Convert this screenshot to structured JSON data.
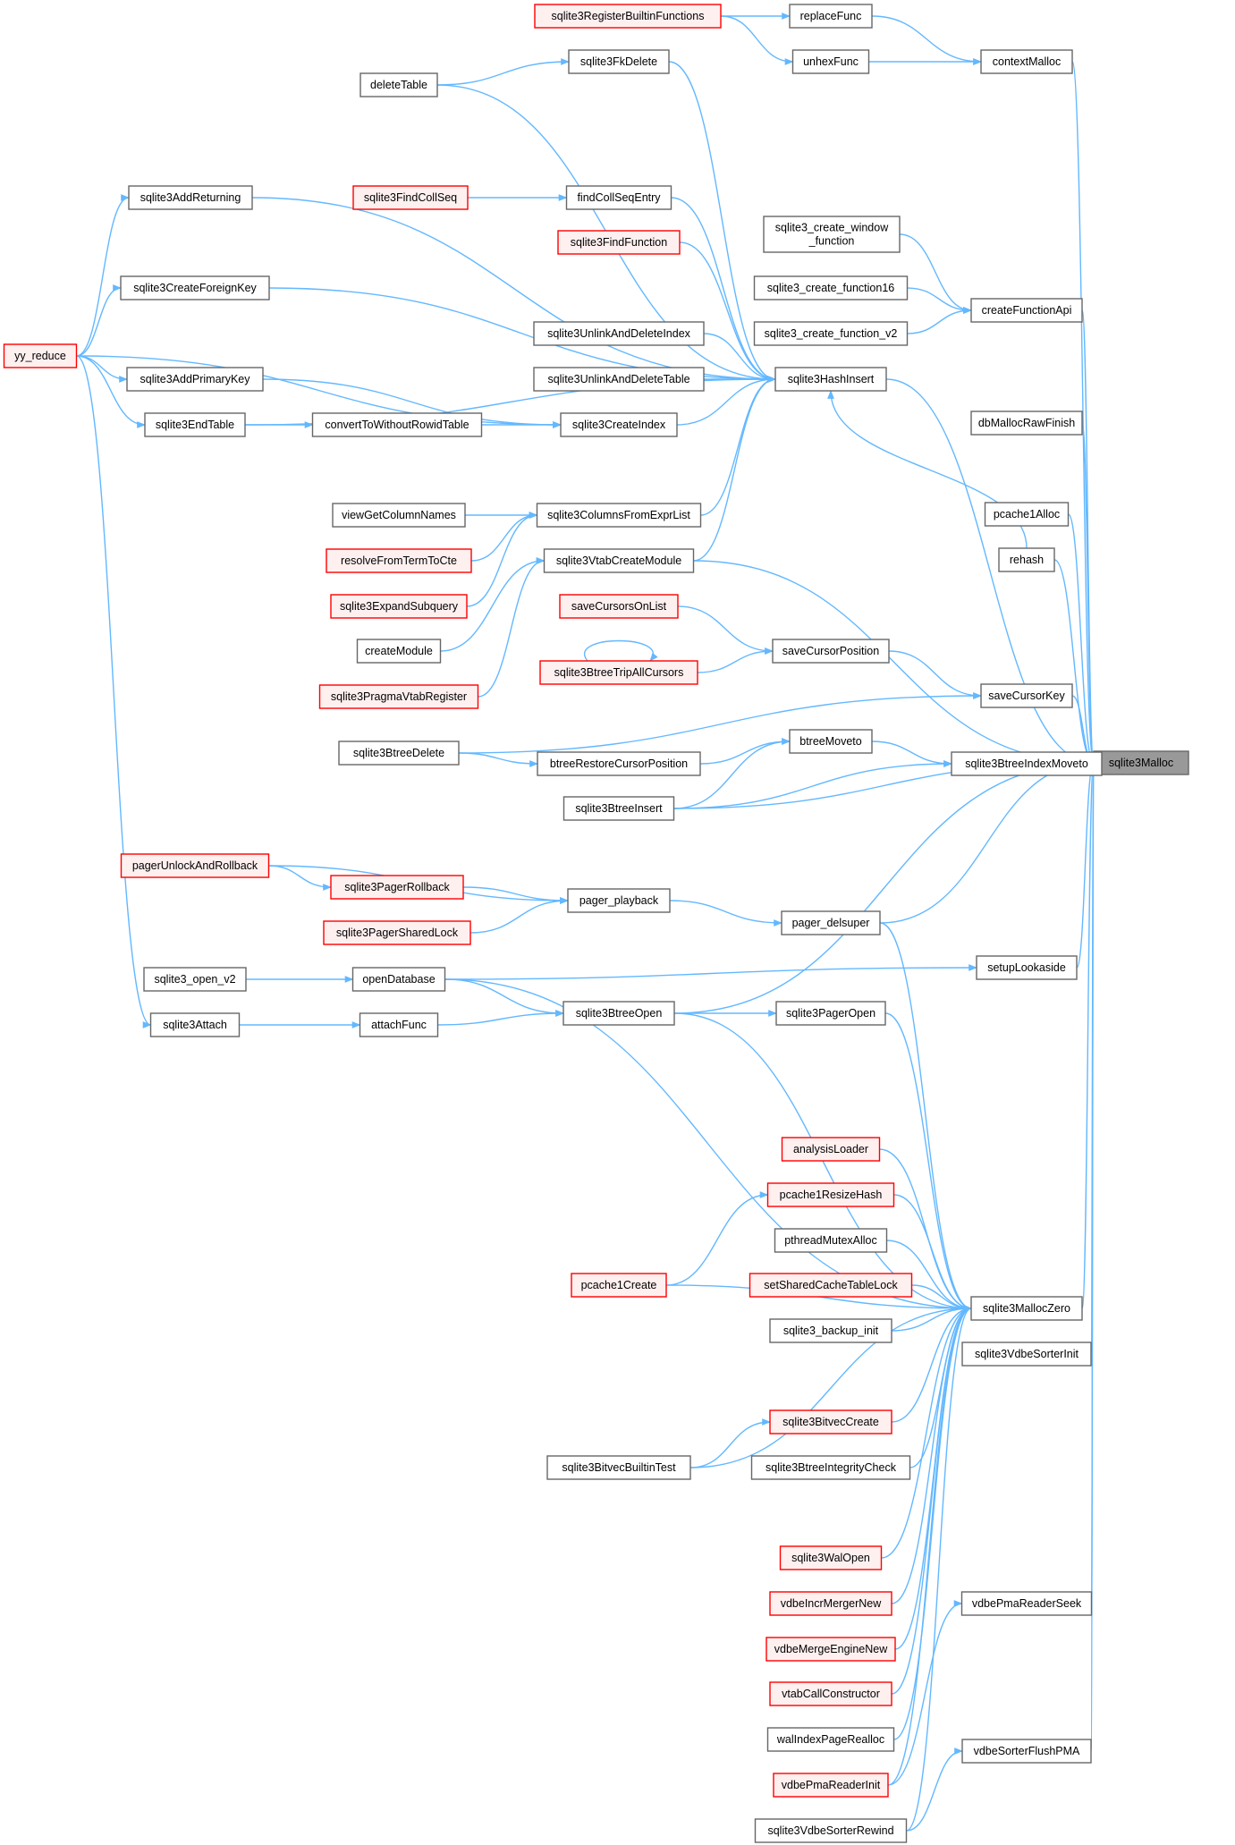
{
  "colors": {
    "edge": "#63b8ff",
    "normal_fill": "#ffffff",
    "normal_border": "#666666",
    "truncated_fill": "#fff0f0",
    "truncated_border": "#ff0000",
    "root_fill": "#999999",
    "root_border": "#666666"
  },
  "nodes": [
    {
      "id": "n_sqlite3Malloc",
      "label": "sqlite3Malloc",
      "style": "root"
    },
    {
      "id": "n_contextMalloc",
      "label": "contextMalloc",
      "style": "normal"
    },
    {
      "id": "n_replaceFunc",
      "label": "replaceFunc",
      "style": "normal"
    },
    {
      "id": "n_unhexFunc",
      "label": "unhexFunc",
      "style": "normal"
    },
    {
      "id": "n_sqlite3RegisterBuiltinFunctions",
      "label": "sqlite3RegisterBuiltinFunctions",
      "style": "truncated"
    },
    {
      "id": "n_sqlite3FkDelete",
      "label": "sqlite3FkDelete",
      "style": "normal"
    },
    {
      "id": "n_deleteTable",
      "label": "deleteTable",
      "style": "normal"
    },
    {
      "id": "n_sqlite3AddReturning",
      "label": "sqlite3AddReturning",
      "style": "normal"
    },
    {
      "id": "n_sqlite3FindCollSeq",
      "label": "sqlite3FindCollSeq",
      "style": "truncated"
    },
    {
      "id": "n_findCollSeqEntry",
      "label": "findCollSeqEntry",
      "style": "normal"
    },
    {
      "id": "n_sqlite3_create_window_function",
      "label": "sqlite3_create_window\n_function",
      "style": "normal"
    },
    {
      "id": "n_sqlite3FindFunction",
      "label": "sqlite3FindFunction",
      "style": "truncated"
    },
    {
      "id": "n_sqlite3CreateForeignKey",
      "label": "sqlite3CreateForeignKey",
      "style": "normal"
    },
    {
      "id": "n_sqlite3_create_function16",
      "label": "sqlite3_create_function16",
      "style": "normal"
    },
    {
      "id": "n_createFunctionApi",
      "label": "createFunctionApi",
      "style": "normal"
    },
    {
      "id": "n_sqlite3_create_function_v2",
      "label": "sqlite3_create_function_v2",
      "style": "normal"
    },
    {
      "id": "n_sqlite3UnlinkAndDeleteIndex",
      "label": "sqlite3UnlinkAndDeleteIndex",
      "style": "normal"
    },
    {
      "id": "n_yy_reduce",
      "label": "yy_reduce",
      "style": "truncated"
    },
    {
      "id": "n_sqlite3AddPrimaryKey",
      "label": "sqlite3AddPrimaryKey",
      "style": "normal"
    },
    {
      "id": "n_sqlite3UnlinkAndDeleteTable",
      "label": "sqlite3UnlinkAndDeleteTable",
      "style": "normal"
    },
    {
      "id": "n_sqlite3HashInsert",
      "label": "sqlite3HashInsert",
      "style": "normal"
    },
    {
      "id": "n_sqlite3EndTable",
      "label": "sqlite3EndTable",
      "style": "normal"
    },
    {
      "id": "n_convertToWithoutRowidTable",
      "label": "convertToWithoutRowidTable",
      "style": "normal"
    },
    {
      "id": "n_sqlite3CreateIndex",
      "label": "sqlite3CreateIndex",
      "style": "normal"
    },
    {
      "id": "n_dbMallocRawFinish",
      "label": "dbMallocRawFinish",
      "style": "normal"
    },
    {
      "id": "n_viewGetColumnNames",
      "label": "viewGetColumnNames",
      "style": "normal"
    },
    {
      "id": "n_sqlite3ColumnsFromExprList",
      "label": "sqlite3ColumnsFromExprList",
      "style": "normal"
    },
    {
      "id": "n_pcache1Alloc",
      "label": "pcache1Alloc",
      "style": "normal"
    },
    {
      "id": "n_resolveFromTermToCte",
      "label": "resolveFromTermToCte",
      "style": "truncated"
    },
    {
      "id": "n_sqlite3VtabCreateModule",
      "label": "sqlite3VtabCreateModule",
      "style": "normal"
    },
    {
      "id": "n_rehash",
      "label": "rehash",
      "style": "normal"
    },
    {
      "id": "n_sqlite3ExpandSubquery",
      "label": "sqlite3ExpandSubquery",
      "style": "truncated"
    },
    {
      "id": "n_saveCursorsOnList",
      "label": "saveCursorsOnList",
      "style": "truncated"
    },
    {
      "id": "n_createModule",
      "label": "createModule",
      "style": "normal"
    },
    {
      "id": "n_saveCursorPosition",
      "label": "saveCursorPosition",
      "style": "normal"
    },
    {
      "id": "n_sqlite3BtreeTripAllCursors",
      "label": "sqlite3BtreeTripAllCursors",
      "style": "truncated"
    },
    {
      "id": "n_sqlite3PragmaVtabRegister",
      "label": "sqlite3PragmaVtabRegister",
      "style": "truncated"
    },
    {
      "id": "n_saveCursorKey",
      "label": "saveCursorKey",
      "style": "normal"
    },
    {
      "id": "n_btreeMoveto",
      "label": "btreeMoveto",
      "style": "normal"
    },
    {
      "id": "n_sqlite3BtreeDelete",
      "label": "sqlite3BtreeDelete",
      "style": "normal"
    },
    {
      "id": "n_btreeRestoreCursorPosition",
      "label": "btreeRestoreCursorPosition",
      "style": "normal"
    },
    {
      "id": "n_sqlite3BtreeIndexMoveto",
      "label": "sqlite3BtreeIndexMoveto",
      "style": "normal"
    },
    {
      "id": "n_sqlite3BtreeInsert",
      "label": "sqlite3BtreeInsert",
      "style": "normal"
    },
    {
      "id": "n_pagerUnlockAndRollback",
      "label": "pagerUnlockAndRollback",
      "style": "truncated"
    },
    {
      "id": "n_sqlite3PagerRollback",
      "label": "sqlite3PagerRollback",
      "style": "truncated"
    },
    {
      "id": "n_pager_playback",
      "label": "pager_playback",
      "style": "normal"
    },
    {
      "id": "n_pager_delsuper",
      "label": "pager_delsuper",
      "style": "normal"
    },
    {
      "id": "n_sqlite3PagerSharedLock",
      "label": "sqlite3PagerSharedLock",
      "style": "truncated"
    },
    {
      "id": "n_setupLookaside",
      "label": "setupLookaside",
      "style": "normal"
    },
    {
      "id": "n_sqlite3_open_v2",
      "label": "sqlite3_open_v2",
      "style": "normal"
    },
    {
      "id": "n_openDatabase",
      "label": "openDatabase",
      "style": "normal"
    },
    {
      "id": "n_sqlite3BtreeOpen",
      "label": "sqlite3BtreeOpen",
      "style": "normal"
    },
    {
      "id": "n_sqlite3PagerOpen",
      "label": "sqlite3PagerOpen",
      "style": "normal"
    },
    {
      "id": "n_sqlite3Attach",
      "label": "sqlite3Attach",
      "style": "normal"
    },
    {
      "id": "n_attachFunc",
      "label": "attachFunc",
      "style": "normal"
    },
    {
      "id": "n_analysisLoader",
      "label": "analysisLoader",
      "style": "truncated"
    },
    {
      "id": "n_pcache1ResizeHash",
      "label": "pcache1ResizeHash",
      "style": "truncated"
    },
    {
      "id": "n_pthreadMutexAlloc",
      "label": "pthreadMutexAlloc",
      "style": "normal"
    },
    {
      "id": "n_pcache1Create",
      "label": "pcache1Create",
      "style": "truncated"
    },
    {
      "id": "n_setSharedCacheTableLock",
      "label": "setSharedCacheTableLock",
      "style": "truncated"
    },
    {
      "id": "n_sqlite3MallocZero",
      "label": "sqlite3MallocZero",
      "style": "normal"
    },
    {
      "id": "n_sqlite3_backup_init",
      "label": "sqlite3_backup_init",
      "style": "normal"
    },
    {
      "id": "n_sqlite3VdbeSorterInit",
      "label": "sqlite3VdbeSorterInit",
      "style": "normal"
    },
    {
      "id": "n_sqlite3BitvecCreate",
      "label": "sqlite3BitvecCreate",
      "style": "truncated"
    },
    {
      "id": "n_sqlite3BitvecBuiltinTest",
      "label": "sqlite3BitvecBuiltinTest",
      "style": "normal"
    },
    {
      "id": "n_sqlite3BtreeIntegrityCheck",
      "label": "sqlite3BtreeIntegrityCheck",
      "style": "normal"
    },
    {
      "id": "n_sqlite3WalOpen",
      "label": "sqlite3WalOpen",
      "style": "truncated"
    },
    {
      "id": "n_vdbePmaReaderSeek",
      "label": "vdbePmaReaderSeek",
      "style": "normal"
    },
    {
      "id": "n_vdbeIncrMergerNew",
      "label": "vdbeIncrMergerNew",
      "style": "truncated"
    },
    {
      "id": "n_vdbeMergeEngineNew",
      "label": "vdbeMergeEngineNew",
      "style": "truncated"
    },
    {
      "id": "n_vtabCallConstructor",
      "label": "vtabCallConstructor",
      "style": "truncated"
    },
    {
      "id": "n_walIndexPageRealloc",
      "label": "walIndexPageRealloc",
      "style": "normal"
    },
    {
      "id": "n_vdbeSorterFlushPMA",
      "label": "vdbeSorterFlushPMA",
      "style": "normal"
    },
    {
      "id": "n_vdbePmaReaderInit",
      "label": "vdbePmaReaderInit",
      "style": "truncated"
    },
    {
      "id": "n_sqlite3VdbeSorterRewind",
      "label": "sqlite3VdbeSorterRewind",
      "style": "normal"
    }
  ],
  "edges": [
    [
      "n_contextMalloc",
      "n_sqlite3Malloc"
    ],
    [
      "n_replaceFunc",
      "n_contextMalloc"
    ],
    [
      "n_unhexFunc",
      "n_contextMalloc"
    ],
    [
      "n_sqlite3RegisterBuiltinFunctions",
      "n_replaceFunc"
    ],
    [
      "n_sqlite3RegisterBuiltinFunctions",
      "n_unhexFunc"
    ],
    [
      "n_deleteTable",
      "n_sqlite3FkDelete"
    ],
    [
      "n_sqlite3FkDelete",
      "n_sqlite3HashInsert"
    ],
    [
      "n_deleteTable",
      "n_sqlite3HashInsert"
    ],
    [
      "n_sqlite3AddReturning",
      "n_sqlite3HashInsert"
    ],
    [
      "n_sqlite3FindCollSeq",
      "n_findCollSeqEntry"
    ],
    [
      "n_findCollSeqEntry",
      "n_sqlite3HashInsert"
    ],
    [
      "n_sqlite3FindFunction",
      "n_sqlite3HashInsert"
    ],
    [
      "n_sqlite3CreateForeignKey",
      "n_sqlite3HashInsert"
    ],
    [
      "n_sqlite3_create_window_function",
      "n_createFunctionApi"
    ],
    [
      "n_sqlite3_create_function16",
      "n_createFunctionApi"
    ],
    [
      "n_sqlite3_create_function_v2",
      "n_createFunctionApi"
    ],
    [
      "n_createFunctionApi",
      "n_sqlite3Malloc"
    ],
    [
      "n_yy_reduce",
      "n_sqlite3AddReturning"
    ],
    [
      "n_yy_reduce",
      "n_sqlite3CreateForeignKey"
    ],
    [
      "n_yy_reduce",
      "n_sqlite3AddPrimaryKey"
    ],
    [
      "n_yy_reduce",
      "n_sqlite3EndTable"
    ],
    [
      "n_yy_reduce",
      "n_sqlite3CreateIndex"
    ],
    [
      "n_yy_reduce",
      "n_sqlite3Attach"
    ],
    [
      "n_sqlite3UnlinkAndDeleteIndex",
      "n_sqlite3HashInsert"
    ],
    [
      "n_sqlite3UnlinkAndDeleteTable",
      "n_sqlite3HashInsert"
    ],
    [
      "n_sqlite3AddPrimaryKey",
      "n_sqlite3CreateIndex"
    ],
    [
      "n_sqlite3EndTable",
      "n_convertToWithoutRowidTable"
    ],
    [
      "n_convertToWithoutRowidTable",
      "n_sqlite3CreateIndex"
    ],
    [
      "n_sqlite3EndTable",
      "n_sqlite3HashInsert"
    ],
    [
      "n_sqlite3CreateIndex",
      "n_sqlite3HashInsert"
    ],
    [
      "n_sqlite3HashInsert",
      "n_sqlite3Malloc"
    ],
    [
      "n_dbMallocRawFinish",
      "n_sqlite3Malloc"
    ],
    [
      "n_viewGetColumnNames",
      "n_sqlite3ColumnsFromExprList"
    ],
    [
      "n_resolveFromTermToCte",
      "n_sqlite3ColumnsFromExprList"
    ],
    [
      "n_sqlite3ExpandSubquery",
      "n_sqlite3ColumnsFromExprList"
    ],
    [
      "n_sqlite3ColumnsFromExprList",
      "n_sqlite3HashInsert"
    ],
    [
      "n_sqlite3VtabCreateModule",
      "n_sqlite3HashInsert"
    ],
    [
      "n_createModule",
      "n_sqlite3VtabCreateModule"
    ],
    [
      "n_sqlite3PragmaVtabRegister",
      "n_sqlite3VtabCreateModule"
    ],
    [
      "n_sqlite3VtabCreateModule",
      "n_sqlite3Malloc"
    ],
    [
      "n_pcache1Alloc",
      "n_sqlite3Malloc"
    ],
    [
      "n_rehash",
      "n_sqlite3HashInsert"
    ],
    [
      "n_rehash",
      "n_sqlite3Malloc"
    ],
    [
      "n_saveCursorsOnList",
      "n_saveCursorPosition"
    ],
    [
      "n_sqlite3BtreeTripAllCursors",
      "n_saveCursorPosition"
    ],
    [
      "n_sqlite3BtreeTripAllCursors",
      "n_sqlite3BtreeTripAllCursors"
    ],
    [
      "n_saveCursorPosition",
      "n_saveCursorKey"
    ],
    [
      "n_saveCursorKey",
      "n_sqlite3Malloc"
    ],
    [
      "n_sqlite3BtreeDelete",
      "n_saveCursorKey"
    ],
    [
      "n_sqlite3BtreeDelete",
      "n_btreeRestoreCursorPosition"
    ],
    [
      "n_btreeRestoreCursorPosition",
      "n_btreeMoveto"
    ],
    [
      "n_btreeMoveto",
      "n_sqlite3BtreeIndexMoveto"
    ],
    [
      "n_sqlite3BtreeInsert",
      "n_btreeMoveto"
    ],
    [
      "n_sqlite3BtreeInsert",
      "n_sqlite3BtreeIndexMoveto"
    ],
    [
      "n_sqlite3BtreeIndexMoveto",
      "n_sqlite3Malloc"
    ],
    [
      "n_sqlite3BtreeInsert",
      "n_sqlite3Malloc"
    ],
    [
      "n_pagerUnlockAndRollback",
      "n_sqlite3PagerRollback"
    ],
    [
      "n_pagerUnlockAndRollback",
      "n_pager_playback"
    ],
    [
      "n_sqlite3PagerRollback",
      "n_pager_playback"
    ],
    [
      "n_sqlite3PagerSharedLock",
      "n_pager_playback"
    ],
    [
      "n_pager_playback",
      "n_pager_delsuper"
    ],
    [
      "n_pager_delsuper",
      "n_sqlite3Malloc"
    ],
    [
      "n_setupLookaside",
      "n_sqlite3Malloc"
    ],
    [
      "n_sqlite3_open_v2",
      "n_openDatabase"
    ],
    [
      "n_openDatabase",
      "n_setupLookaside"
    ],
    [
      "n_openDatabase",
      "n_sqlite3BtreeOpen"
    ],
    [
      "n_sqlite3BtreeOpen",
      "n_sqlite3Malloc"
    ],
    [
      "n_sqlite3BtreeOpen",
      "n_sqlite3PagerOpen"
    ],
    [
      "n_sqlite3Attach",
      "n_attachFunc"
    ],
    [
      "n_attachFunc",
      "n_sqlite3BtreeOpen"
    ],
    [
      "n_openDatabase",
      "n_sqlite3MallocZero"
    ],
    [
      "n_sqlite3PagerOpen",
      "n_sqlite3MallocZero"
    ],
    [
      "n_sqlite3BtreeOpen",
      "n_sqlite3MallocZero"
    ],
    [
      "n_pager_delsuper",
      "n_sqlite3MallocZero"
    ],
    [
      "n_analysisLoader",
      "n_sqlite3MallocZero"
    ],
    [
      "n_pcache1ResizeHash",
      "n_sqlite3MallocZero"
    ],
    [
      "n_pcache1Create",
      "n_pcache1ResizeHash"
    ],
    [
      "n_pcache1Create",
      "n_sqlite3MallocZero"
    ],
    [
      "n_pthreadMutexAlloc",
      "n_sqlite3MallocZero"
    ],
    [
      "n_setSharedCacheTableLock",
      "n_sqlite3MallocZero"
    ],
    [
      "n_sqlite3_backup_init",
      "n_sqlite3MallocZero"
    ],
    [
      "n_sqlite3BitvecCreate",
      "n_sqlite3MallocZero"
    ],
    [
      "n_sqlite3BitvecBuiltinTest",
      "n_sqlite3BitvecCreate"
    ],
    [
      "n_sqlite3BitvecBuiltinTest",
      "n_sqlite3MallocZero"
    ],
    [
      "n_sqlite3BtreeIntegrityCheck",
      "n_sqlite3MallocZero"
    ],
    [
      "n_sqlite3WalOpen",
      "n_sqlite3MallocZero"
    ],
    [
      "n_vdbeIncrMergerNew",
      "n_sqlite3MallocZero"
    ],
    [
      "n_vdbeMergeEngineNew",
      "n_sqlite3MallocZero"
    ],
    [
      "n_vtabCallConstructor",
      "n_sqlite3MallocZero"
    ],
    [
      "n_walIndexPageRealloc",
      "n_sqlite3MallocZero"
    ],
    [
      "n_vdbePmaReaderInit",
      "n_sqlite3MallocZero"
    ],
    [
      "n_sqlite3VdbeSorterRewind",
      "n_sqlite3MallocZero"
    ],
    [
      "n_sqlite3MallocZero",
      "n_sqlite3Malloc"
    ],
    [
      "n_sqlite3VdbeSorterInit",
      "n_sqlite3Malloc"
    ],
    [
      "n_vdbePmaReaderSeek",
      "n_sqlite3Malloc"
    ],
    [
      "n_vdbePmaReaderInit",
      "n_vdbePmaReaderSeek"
    ],
    [
      "n_vdbeSorterFlushPMA",
      "n_sqlite3Malloc"
    ],
    [
      "n_sqlite3VdbeSorterRewind",
      "n_vdbeSorterFlushPMA"
    ]
  ]
}
